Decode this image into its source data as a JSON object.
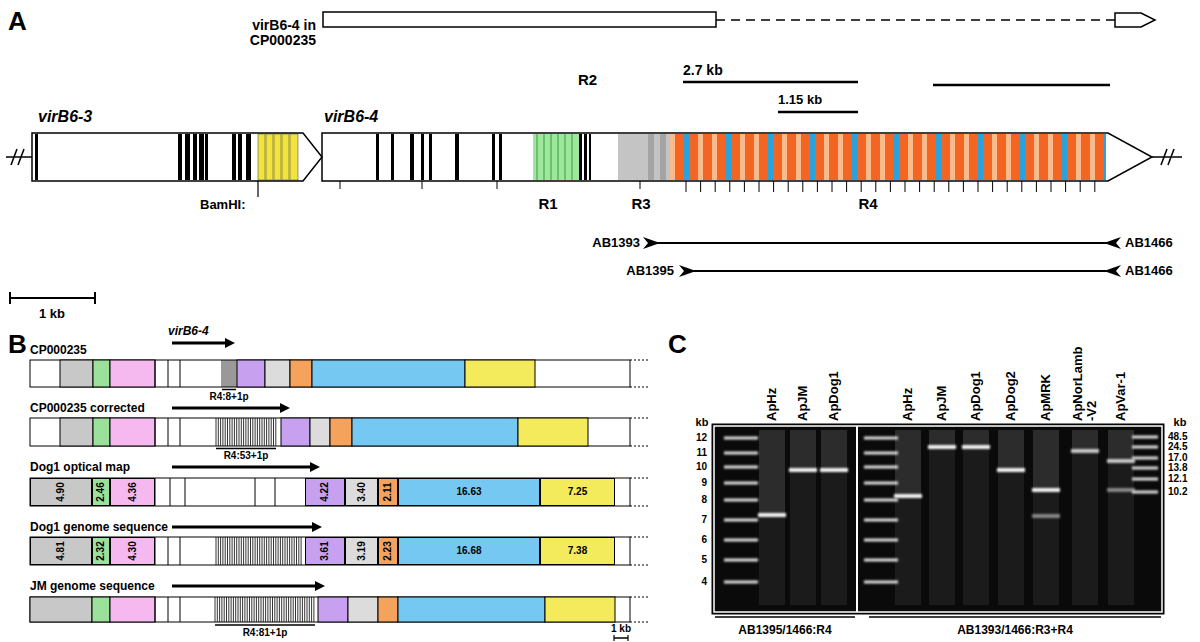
{
  "diagram": {
    "nodes": [
      {
        "text": [
          "4.90"
        ]
      },
      {
        "text": [
          "2.46"
        ]
      },
      {
        "text": [
          "4.36"
        ]
      },
      {
        "text": [
          "4.22"
        ]
      },
      {
        "text": [
          "3.40"
        ]
      },
      {
        "text": [
          "2.11"
        ]
      },
      {
        "text": [
          "16.63"
        ]
      },
      {
        "text": [
          "7.25"
        ]
      },
      {
        "text": [
          "4.81"
        ]
      },
      {
        "text": [
          "2.32"
        ]
      },
      {
        "text": [
          "4.30"
        ]
      },
      {
        "text": [
          "3.61"
        ]
      },
      {
        "text": [
          "3.19"
        ]
      },
      {
        "text": [
          "2.23"
        ]
      },
      {
        "text": [
          "16.68"
        ]
      },
      {
        "text": [
          "7.38"
        ]
      }
    ],
    "labels": [
      "A",
      "virB6-4 in CP000235",
      "2.7 kb",
      "1.15 kb",
      "R2",
      "virB6-3",
      "virB6-4",
      "BamHI:",
      "R1",
      "R3",
      "R4",
      "AB1393",
      "AB1466",
      "AB1395",
      "AB1466",
      "1 kb",
      "B",
      "CP000235",
      "virB6-4",
      "R4:8+1p",
      "CP000235 corrected",
      "R4:53+1p",
      "Dog1 optical map",
      "Dog1 genome sequence",
      "JM genome sequence",
      "R4:81+1p",
      "1 kb",
      "C",
      "ApHz",
      "ApJM",
      "ApDog1",
      "ApHz",
      "ApJM",
      "ApDog1",
      "ApDog2",
      "ApMRK",
      "ApNorLamb -V2",
      "ApVar-1",
      "kb",
      "12",
      "11",
      "10",
      "9",
      "8",
      "7",
      "6",
      "5",
      "4",
      "kb",
      "48.5",
      "24.5",
      "17.0",
      "13.8",
      "12.1",
      "10.2",
      "AB1395/1466:R4",
      "AB1393/1466:R3+R4"
    ]
  }
}
